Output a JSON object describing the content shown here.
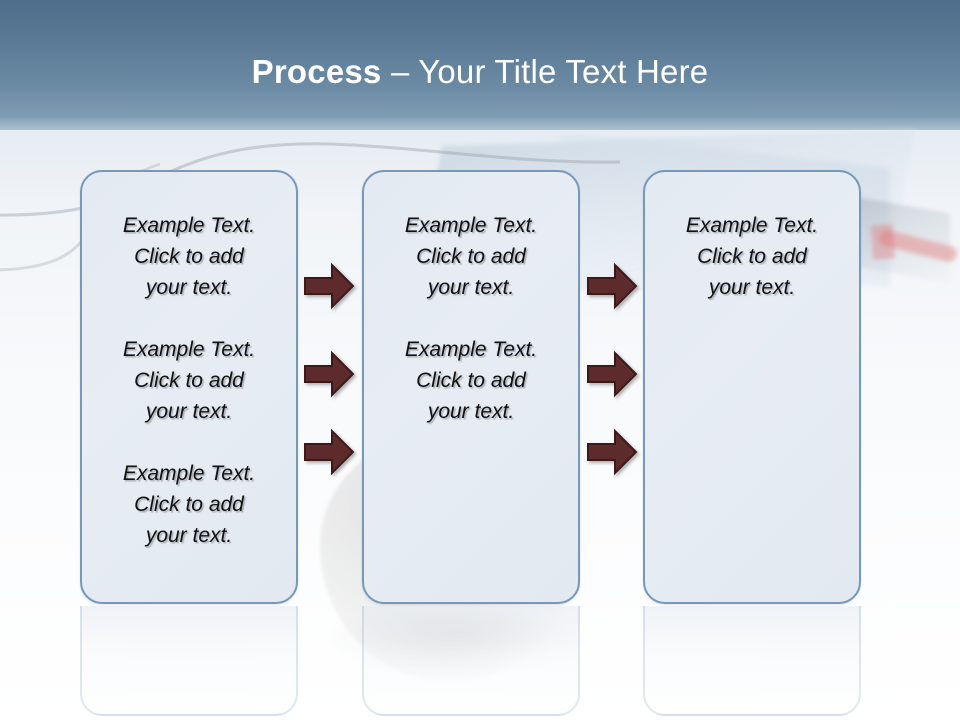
{
  "slide": {
    "title": {
      "strong": "Process",
      "dash": " – ",
      "rest": "Your Title Text Here"
    },
    "theme": {
      "header_gradient_top": "#4f6e8c",
      "header_gradient_bottom": "#f2f5f8",
      "box_border": "#7698ba",
      "box_fill": "#e5ebf2",
      "arrow_fill": "#5d2b2b",
      "title_color": "#ffffff",
      "body_text_color": "#111111"
    },
    "columns": [
      {
        "name": "column-1",
        "blocks": [
          "Example Text.\nClick  to add\nyour text.",
          "Example Text.\nClick  to add\nyour text.",
          "Example Text.\nClick  to add\nyour text."
        ]
      },
      {
        "name": "column-2",
        "blocks": [
          "Example Text.\nClick  to add\nyour text.",
          "Example Text.\nClick  to add\nyour text."
        ]
      },
      {
        "name": "column-3",
        "blocks": [
          "Example Text.\nClick  to add\nyour text."
        ]
      }
    ],
    "arrows": {
      "left_group": [
        "arrow-right-icon",
        "arrow-right-icon",
        "arrow-right-icon"
      ],
      "right_group": [
        "arrow-right-icon",
        "arrow-right-icon",
        "arrow-right-icon"
      ]
    }
  }
}
